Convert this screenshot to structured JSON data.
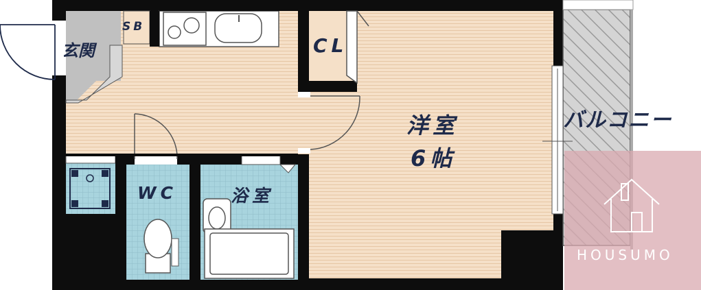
{
  "rooms": {
    "genkan": "玄関",
    "shoe_box": "SB",
    "closet": "CL",
    "western_room": "洋室",
    "western_room_size": "6帖",
    "balcony": "バルコニー",
    "toilet": "WC",
    "bathroom": "浴室"
  },
  "watermark": {
    "brand": "HOUSUMO"
  },
  "colors": {
    "wall": "#0d0d0d",
    "floor": "#f5e0c8",
    "floor_line": "#e8c9a8",
    "tile": "#a8d4de",
    "genkan_floor": "#c0c0c0",
    "balcony_hatch": "#9a9a9a",
    "watermark_bg": "#d9aab0",
    "label": "#1e2a4a",
    "fixture_line": "#555555"
  }
}
